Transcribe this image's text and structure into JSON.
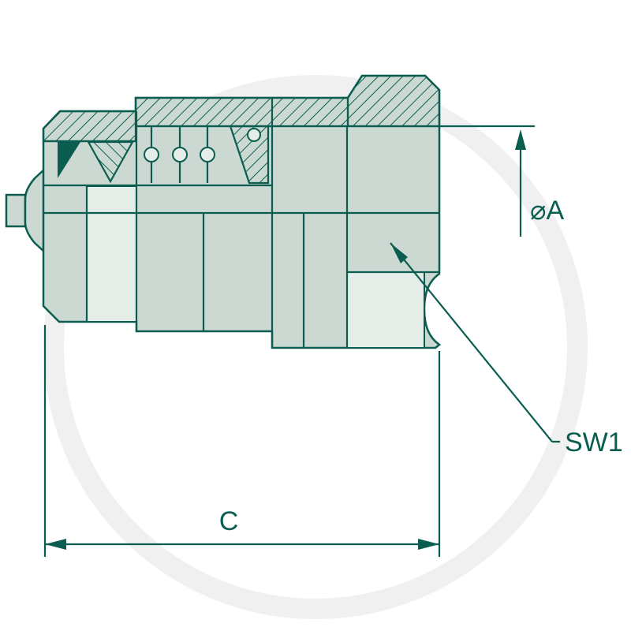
{
  "diagram": {
    "labels": {
      "diameter": "⌀A",
      "wrench_size": "SW1",
      "overall_length": "C"
    },
    "colors": {
      "line": "#0b5d50",
      "fill": "#ccd9d2",
      "fill_light": "#e4ede8",
      "background": "#ffffff",
      "watermark": "#f0f0f0"
    }
  }
}
